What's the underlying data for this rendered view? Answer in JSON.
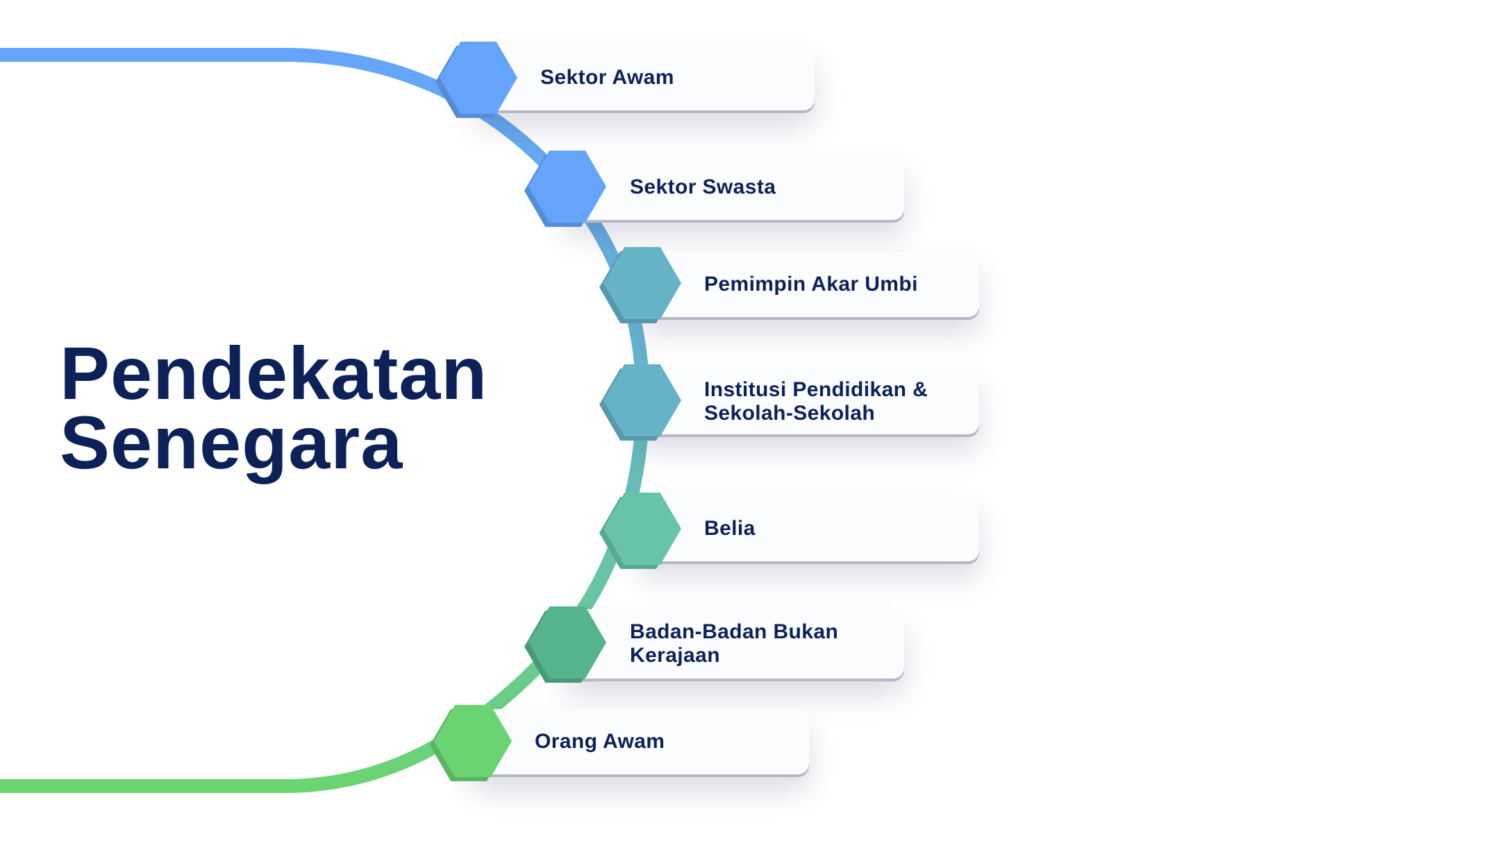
{
  "title": {
    "line1": "Pendekatan",
    "line2": "Senegara"
  },
  "colors": {
    "title": "#0d2159",
    "track_top": "#64a5fb",
    "track_bottom": "#6bd472"
  },
  "items": [
    {
      "label": "Sektor Awam",
      "color": "#64a5fb"
    },
    {
      "label": "Sektor Swasta",
      "color": "#64a5fb"
    },
    {
      "label": "Pemimpin Akar Umbi",
      "color": "#66b3c8"
    },
    {
      "label": "Institusi Pendidikan & Sekolah-Sekolah",
      "color": "#66b3c8"
    },
    {
      "label": "Belia",
      "color": "#68c4a8"
    },
    {
      "label": "Badan-Badan Bukan Kerajaan",
      "color": "#56b48c"
    },
    {
      "label": "Orang Awam",
      "color": "#6bd472"
    }
  ]
}
